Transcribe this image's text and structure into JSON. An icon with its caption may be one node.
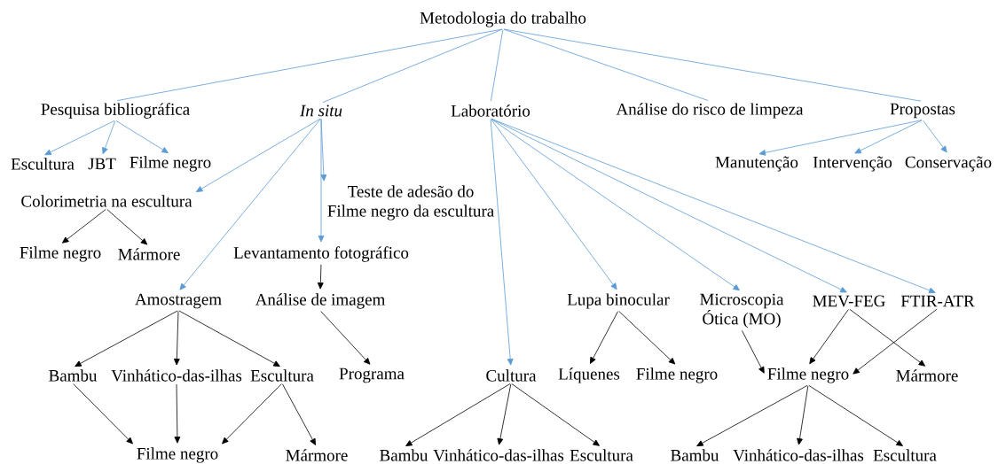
{
  "diagram": {
    "nodes": [
      {
        "text": [
          "Metodologia do trabalho"
        ]
      },
      {
        "text": [
          "Pesquisa bibliográfica"
        ]
      },
      {
        "text": [
          "In situ"
        ]
      },
      {
        "text": [
          "Laboratório"
        ]
      },
      {
        "text": [
          "Análise do risco de limpeza"
        ]
      },
      {
        "text": [
          "Propostas"
        ]
      },
      {
        "text": [
          "Escultura"
        ]
      },
      {
        "text": [
          "JBT"
        ]
      },
      {
        "text": [
          "Filme negro"
        ]
      },
      {
        "text": [
          "Manutenção"
        ]
      },
      {
        "text": [
          "Intervenção"
        ]
      },
      {
        "text": [
          "Conservação"
        ]
      },
      {
        "text": [
          "Colorimetria na escultura"
        ]
      },
      {
        "text": [
          "Teste de adesão do Filme negro da escultura"
        ]
      },
      {
        "text": [
          "Filme negro"
        ]
      },
      {
        "text": [
          "Mármore"
        ]
      },
      {
        "text": [
          "Levantamento fotográfico"
        ]
      },
      {
        "text": [
          "Amostragem"
        ]
      },
      {
        "text": [
          "Análise de imagem"
        ]
      },
      {
        "text": [
          "Lupa binocular"
        ]
      },
      {
        "text": [
          "Microscopia Ótica (MO)"
        ]
      },
      {
        "text": [
          "MEV-FEG"
        ]
      },
      {
        "text": [
          "FTIR-ATR"
        ]
      },
      {
        "text": [
          "Bambu"
        ]
      },
      {
        "text": [
          "Vinhático-das-ilhas"
        ]
      },
      {
        "text": [
          "Escultura"
        ]
      },
      {
        "text": [
          "Programa"
        ]
      },
      {
        "text": [
          "Cultura"
        ]
      },
      {
        "text": [
          "Líquenes"
        ]
      },
      {
        "text": [
          "Filme negro"
        ]
      },
      {
        "text": [
          "Filme negro"
        ]
      },
      {
        "text": [
          "Mármore"
        ]
      },
      {
        "text": [
          "Filme negro"
        ]
      },
      {
        "text": [
          "Mármore"
        ]
      },
      {
        "text": [
          "Bambu"
        ]
      },
      {
        "text": [
          "Vinhático-das-ilhas"
        ]
      },
      {
        "text": [
          "Escultura"
        ]
      },
      {
        "text": [
          "Bambu"
        ]
      },
      {
        "text": [
          "Vinhático-das-ilhas"
        ]
      },
      {
        "text": [
          "Escultura"
        ]
      }
    ],
    "edges": [
      {
        "from": 0,
        "to": 1,
        "arrow": "none",
        "color": "#5b9bd5"
      },
      {
        "from": 0,
        "to": 2,
        "arrow": "none",
        "color": "#5b9bd5"
      },
      {
        "from": 0,
        "to": 3,
        "arrow": "none",
        "color": "#5b9bd5"
      },
      {
        "from": 0,
        "to": 4,
        "arrow": "none",
        "color": "#5b9bd5"
      },
      {
        "from": 0,
        "to": 5,
        "arrow": "none",
        "color": "#5b9bd5"
      },
      {
        "from": 1,
        "to": 6,
        "arrow": "to",
        "color": "#5b9bd5"
      },
      {
        "from": 1,
        "to": 7,
        "arrow": "to",
        "color": "#5b9bd5"
      },
      {
        "from": 1,
        "to": 8,
        "arrow": "to",
        "color": "#5b9bd5"
      },
      {
        "from": 5,
        "to": 9,
        "arrow": "to",
        "color": "#5b9bd5"
      },
      {
        "from": 5,
        "to": 10,
        "arrow": "to",
        "color": "#5b9bd5"
      },
      {
        "from": 5,
        "to": 11,
        "arrow": "to",
        "color": "#5b9bd5"
      },
      {
        "from": 2,
        "to": 12,
        "arrow": "to",
        "color": "#5b9bd5"
      },
      {
        "from": 2,
        "to": 13,
        "arrow": "to",
        "color": "#5b9bd5"
      },
      {
        "from": 2,
        "to": 16,
        "arrow": "to",
        "color": "#5b9bd5"
      },
      {
        "from": 2,
        "to": 17,
        "arrow": "to",
        "color": "#5b9bd5"
      },
      {
        "from": 3,
        "to": 27,
        "arrow": "to",
        "color": "#5b9bd5"
      },
      {
        "from": 3,
        "to": 19,
        "arrow": "to",
        "color": "#5b9bd5"
      },
      {
        "from": 3,
        "to": 20,
        "arrow": "to",
        "color": "#5b9bd5"
      },
      {
        "from": 3,
        "to": 21,
        "arrow": "to",
        "color": "#5b9bd5"
      },
      {
        "from": 3,
        "to": 22,
        "arrow": "to",
        "color": "#5b9bd5"
      },
      {
        "from": 12,
        "to": 14,
        "arrow": "to"
      },
      {
        "from": 12,
        "to": 15,
        "arrow": "to"
      },
      {
        "from": 16,
        "to": 18,
        "arrow": "to"
      },
      {
        "from": 18,
        "to": 26,
        "arrow": "to"
      },
      {
        "from": 17,
        "to": 23,
        "arrow": "to"
      },
      {
        "from": 17,
        "to": 24,
        "arrow": "to"
      },
      {
        "from": 17,
        "to": 25,
        "arrow": "to"
      },
      {
        "from": 23,
        "to": 32,
        "arrow": "to"
      },
      {
        "from": 24,
        "to": 32,
        "arrow": "to"
      },
      {
        "from": 25,
        "to": 32,
        "arrow": "to"
      },
      {
        "from": 25,
        "to": 33,
        "arrow": "to"
      },
      {
        "from": 27,
        "to": 34,
        "arrow": "to"
      },
      {
        "from": 27,
        "to": 35,
        "arrow": "to"
      },
      {
        "from": 27,
        "to": 36,
        "arrow": "to"
      },
      {
        "from": 19,
        "to": 28,
        "arrow": "to"
      },
      {
        "from": 19,
        "to": 29,
        "arrow": "to"
      },
      {
        "from": 20,
        "to": 30,
        "arrow": "to"
      },
      {
        "from": 21,
        "to": 30,
        "arrow": "to"
      },
      {
        "from": 21,
        "to": 31,
        "arrow": "to"
      },
      {
        "from": 22,
        "to": 30,
        "arrow": "to"
      },
      {
        "from": 30,
        "to": 37,
        "arrow": "to"
      },
      {
        "from": 30,
        "to": 38,
        "arrow": "to"
      },
      {
        "from": 30,
        "to": 39,
        "arrow": "to"
      }
    ]
  }
}
